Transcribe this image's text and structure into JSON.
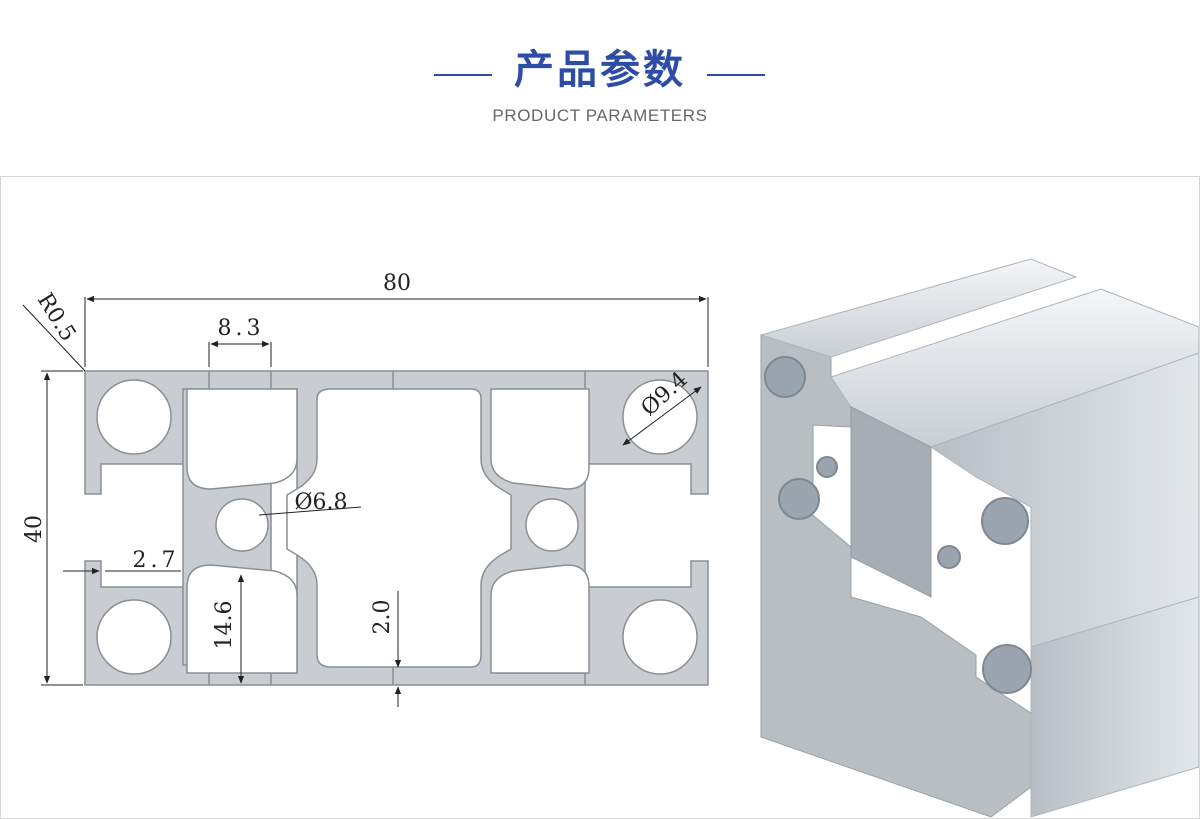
{
  "header": {
    "title": "产品参数",
    "subtitle": "PRODUCT PARAMETERS",
    "accent_color": "#2c4ca8"
  },
  "drawing": {
    "dimensions": {
      "width": "80",
      "height": "40",
      "slot_width": "8.3",
      "corner_radius": "R0.5",
      "hole_large": "Ø9.4",
      "hole_center": "Ø6.8",
      "wall": "2.7",
      "depth": "14.6",
      "thickness": "2.0"
    },
    "profile_color": "#c9cdd1"
  }
}
